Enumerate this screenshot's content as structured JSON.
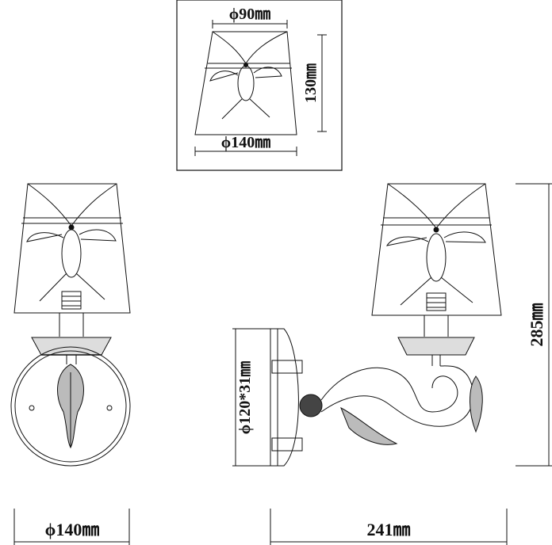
{
  "shade_detail": {
    "top_diameter": "ϕ90㎜",
    "height": "130㎜",
    "bottom_diameter": "ϕ140㎜"
  },
  "front_view": {
    "width": "ϕ140㎜"
  },
  "side_view": {
    "backplate": "ϕ120*31㎜",
    "projection": "241㎜",
    "overall_height": "285㎜"
  },
  "colors": {
    "line": "#111111",
    "accent": "#555555"
  }
}
